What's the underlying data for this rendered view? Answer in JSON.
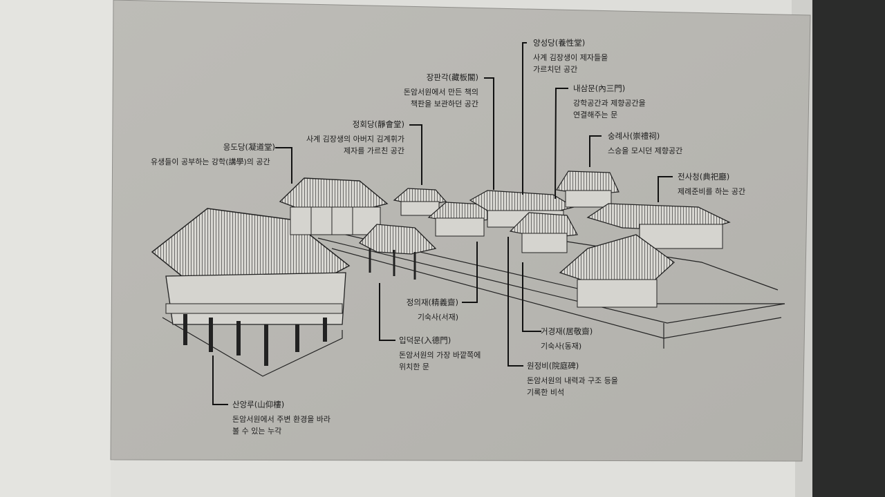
{
  "colors": {
    "wall": "#e6e6e1",
    "panel": "#b9b8b3",
    "panel_shadow": "#8f8e8a",
    "ink": "#1c1c1c",
    "dark_strip": "#2b2c2b"
  },
  "labels": {
    "yangseongdang": {
      "title": "양성당(養性堂)",
      "desc": [
        "사계 김장생이 제자들을",
        "가르치던 공간"
      ]
    },
    "janpangak": {
      "title": "장판각(藏板閣)",
      "desc": [
        "돈암서원에서 만든 책의",
        "책판을 보관하던 공간"
      ]
    },
    "naesammun": {
      "title": "내삼문(內三門)",
      "desc": [
        "강학공간과 제향공간을",
        "연결해주는 문"
      ]
    },
    "jeonghoedang": {
      "title": "정회당(靜會堂)",
      "desc": [
        "사계 김장생의 아버지 김계휘가",
        "제자를 가르친 공간"
      ]
    },
    "sungnyesa": {
      "title": "숭례사(崇禮祠)",
      "desc": [
        "스승을 모시던 제향공간"
      ]
    },
    "eungdodang": {
      "title": "응도당(凝道堂)",
      "desc": [
        "유생들이 공부하는 강학(講學)의 공간"
      ]
    },
    "jeonsacheong": {
      "title": "전사청(典祀廳)",
      "desc": [
        "제례준비를 하는 공간"
      ]
    },
    "jeonguijae": {
      "title": "정의재(精義齋)",
      "desc": [
        "기숙사(서재)"
      ]
    },
    "geogyeongjae": {
      "title": "거경재(居敬齋)",
      "desc": [
        "기숙사(동재)"
      ]
    },
    "ipdeokmun": {
      "title": "입덕문(入德門)",
      "desc": [
        "돈암서원의 가장 바깥쪽에",
        "위치한 문"
      ]
    },
    "wonjeongbi": {
      "title": "원정비(院庭碑)",
      "desc": [
        "돈암서원의 내력과 구조 등을",
        "기록한 비석"
      ]
    },
    "sanangnu": {
      "title": "산앙루(山仰樓)",
      "desc": [
        "돈암서원에서 주변 환경을 바라",
        "볼 수 있는 누각"
      ]
    }
  }
}
